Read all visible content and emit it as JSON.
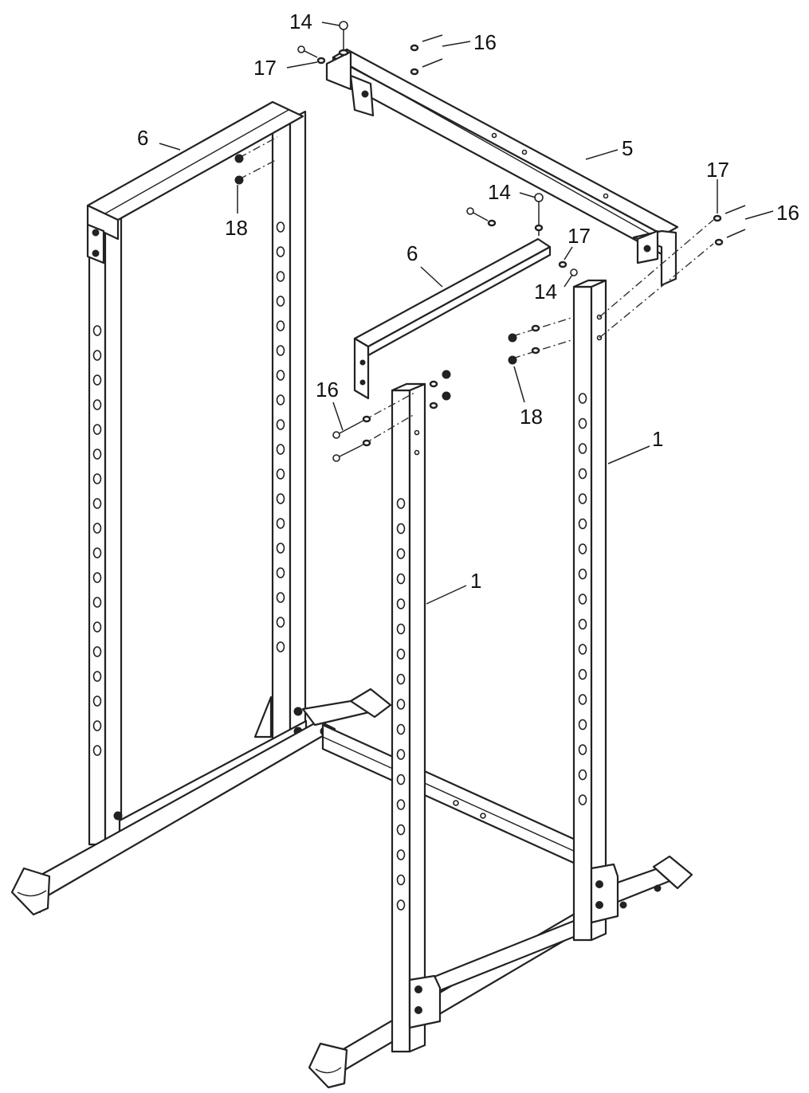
{
  "diagram": {
    "callouts": [
      {
        "id": "c14a",
        "text": "14"
      },
      {
        "id": "c17a",
        "text": "17"
      },
      {
        "id": "c16a",
        "text": "16"
      },
      {
        "id": "c6a",
        "text": "6"
      },
      {
        "id": "c5",
        "text": "5"
      },
      {
        "id": "c18a",
        "text": "18"
      },
      {
        "id": "c14b",
        "text": "14"
      },
      {
        "id": "c17b",
        "text": "17"
      },
      {
        "id": "c16b",
        "text": "16"
      },
      {
        "id": "c6b",
        "text": "6"
      },
      {
        "id": "c17c",
        "text": "17"
      },
      {
        "id": "c14c",
        "text": "14"
      },
      {
        "id": "c16c",
        "text": "16"
      },
      {
        "id": "c18b",
        "text": "18"
      },
      {
        "id": "c1a",
        "text": "1"
      },
      {
        "id": "c1b",
        "text": "1"
      }
    ]
  }
}
